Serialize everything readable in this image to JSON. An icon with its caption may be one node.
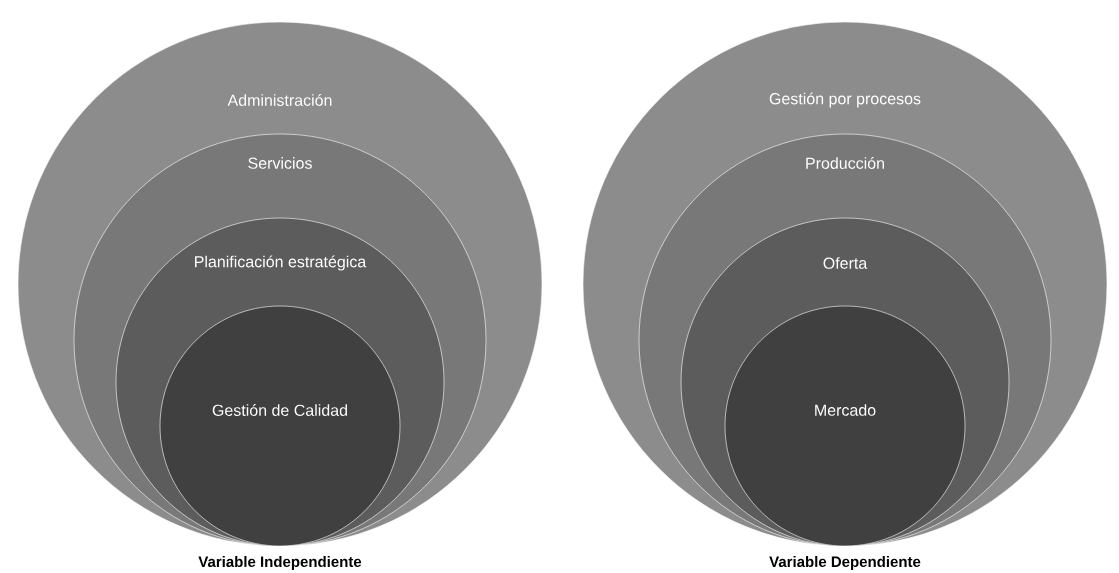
{
  "diagram": {
    "nodes": [
      {
        "text": [
          "Administración"
        ],
        "beside": [
          "Variable Independiente"
        ]
      },
      {
        "text": [
          "Servicios"
        ],
        "in": 0
      },
      {
        "text": [
          "Planificación estratégica"
        ],
        "in": 1
      },
      {
        "text": [
          "Gestión de Calidad"
        ],
        "in": 2
      },
      {
        "text": [
          "Gestión por procesos"
        ],
        "beside": [
          "Variable Dependiente"
        ]
      },
      {
        "text": [
          "Producción"
        ],
        "in": 4
      },
      {
        "text": [
          "Oferta"
        ],
        "in": 5
      },
      {
        "text": [
          "Mercado"
        ],
        "in": 6
      }
    ]
  }
}
